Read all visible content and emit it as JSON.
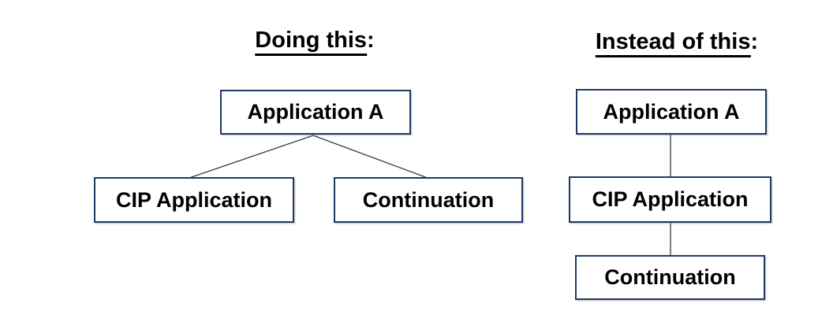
{
  "colors": {
    "box_border": "#1f3864",
    "box_fill": "#ffffff",
    "text": "#000000",
    "connector": "#3a3a3a",
    "background": "#ffffff"
  },
  "left_diagram": {
    "heading": "Doing this",
    "heading_suffix": ":",
    "root_label": "Application A",
    "children": [
      {
        "label": "CIP Application"
      },
      {
        "label": "Continuation"
      }
    ]
  },
  "right_diagram": {
    "heading": "Instead of this",
    "heading_suffix": ":",
    "chain": [
      {
        "label": "Application A"
      },
      {
        "label": "CIP Application"
      },
      {
        "label": "Continuation"
      }
    ]
  }
}
